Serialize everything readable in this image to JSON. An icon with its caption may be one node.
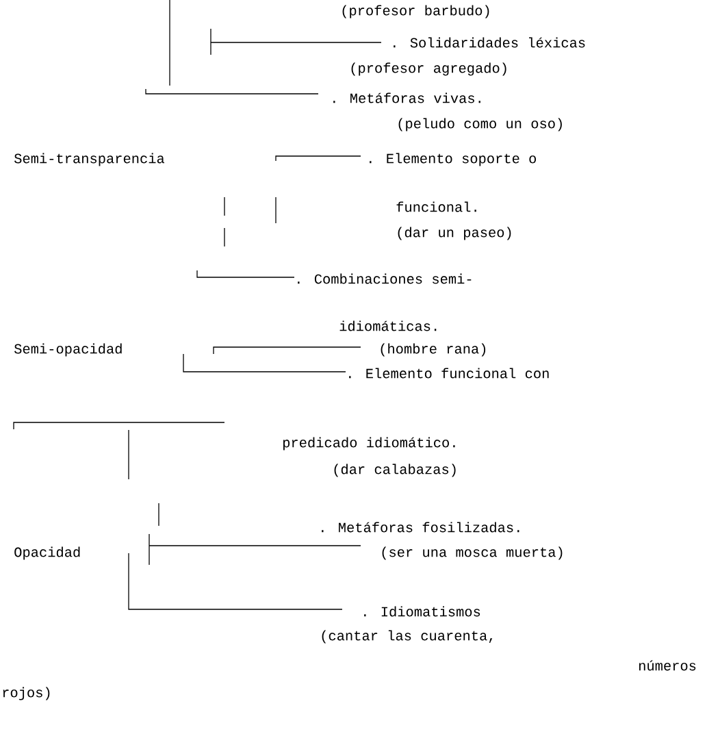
{
  "diagram": {
    "labels": [
      "(profesor barbudo)",
      ". Solidaridades léxicas",
      "(profesor agregado)",
      ". Metáforas vivas.",
      "(peludo como un oso)",
      "Semi-transparencia",
      ". Elemento soporte o",
      "funcional.",
      "(dar un paseo)",
      ". Combinaciones semi-",
      "idiomáticas.",
      "Semi-opacidad",
      "(hombre rana)",
      ". Elemento funcional con",
      "predicado idiomático.",
      "(dar calabazas)",
      ". Metáforas fosilizadas.",
      "Opacidad",
      "(ser una mosca muerta)",
      ". Idiomatismos",
      "(cantar las cuarenta,",
      "números",
      "rojos)"
    ]
  }
}
